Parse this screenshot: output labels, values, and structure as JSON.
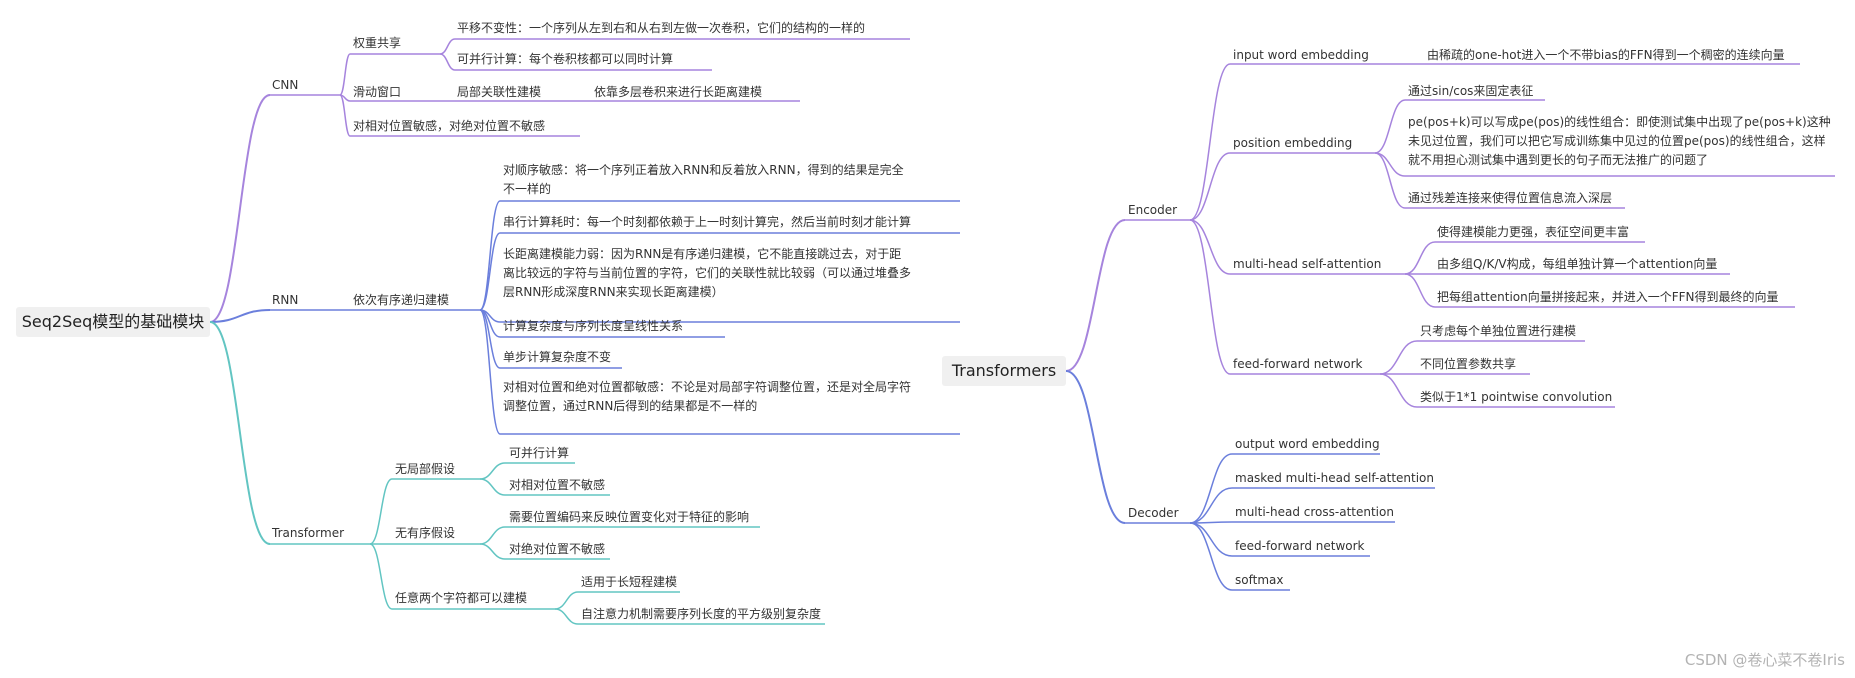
{
  "colors": {
    "purple": "#a684dd",
    "blue": "#6b7fdc",
    "teal": "#62c5c2"
  },
  "left": {
    "root": "Seq2Seq模型的基础模块",
    "cnn": {
      "label": "CNN",
      "weight_sharing": "权重共享",
      "translation_invariance": "平移不变性：一个序列从左到右和从右到左做一次卷积，它们的结构的一样的",
      "parallel": "可并行计算：每个卷积核都可以同时计算",
      "sliding_window": "滑动窗口",
      "local_modeling": "局部关联性建模",
      "multi_layer": "依靠多层卷积来进行长距离建模",
      "position_sensitivity": "对相对位置敏感，对绝对位置不敏感"
    },
    "rnn": {
      "label": "RNN",
      "sequential": "依次有序递归建模",
      "order_sensitive": "对顺序敏感：将一个序列正着放入RNN和反着放入RNN，得到的结果是完全不一样的",
      "serial": "串行计算耗时：每一个时刻都依赖于上一时刻计算完，然后当前时刻才能计算",
      "long_range": "长距离建模能力弱：因为RNN是有序递归建模，它不能直接跳过去，对于距离比较远的字符与当前位置的字符，它们的关联性就比较弱（可以通过堆叠多层RNN形成深度RNN来实现长距离建模）",
      "complexity": "计算复杂度与序列长度呈线性关系",
      "step": "单步计算复杂度不变",
      "position": "对相对位置和绝对位置都敏感：不论是对局部字符调整位置，还是对全局字符调整位置，通过RNN后得到的结果都是不一样的"
    },
    "transformer": {
      "label": "Transformer",
      "no_local": "无局部假设",
      "parallel": "可并行计算",
      "rel_insensitive": "对相对位置不敏感",
      "no_order": "无有序假设",
      "pos_encoding": "需要位置编码来反映位置变化对于特征的影响",
      "abs_insensitive": "对绝对位置不敏感",
      "any_two": "任意两个字符都可以建模",
      "long_suited": "适用于长短程建模",
      "quadratic": "自注意力机制需要序列长度的平方级别复杂度"
    }
  },
  "right": {
    "root": "Transformers",
    "encoder": {
      "label": "Encoder",
      "input_emb": "input word embedding",
      "input_emb_desc": "由稀疏的one-hot进入一个不带bias的FFN得到一个稠密的连续向量",
      "pos_emb": "position embedding",
      "pos_sincos": "通过sin/cos来固定表征",
      "pos_linear": "pe(pos+k)可以写成pe(pos)的线性组合：即使测试集中出现了pe(pos+k)这种未见过位置，我们可以把它写成训练集中见过的位置pe(pos)的线性组合，这样就不用担心测试集中遇到更长的句子而无法推广的问题了",
      "pos_residual": "通过残差连接来使得位置信息流入深层",
      "mhsa": "multi-head self-attention",
      "mhsa_rich": "使得建模能力更强，表征空间更丰富",
      "mhsa_qkv": "由多组Q/K/V构成，每组单独计算一个attention向量",
      "mhsa_concat": "把每组attention向量拼接起来，并进入一个FFN得到最终的向量",
      "ffn": "feed-forward network",
      "ffn_pos": "只考虑每个单独位置进行建模",
      "ffn_share": "不同位置参数共享",
      "ffn_conv": "类似于1*1 pointwise convolution"
    },
    "decoder": {
      "label": "Decoder",
      "out_emb": "output word embedding",
      "masked": "masked multi-head self-attention",
      "cross": "multi-head cross-attention",
      "ffn": "feed-forward network",
      "softmax": "softmax"
    }
  },
  "watermark": "CSDN @卷心菜不卷Iris"
}
